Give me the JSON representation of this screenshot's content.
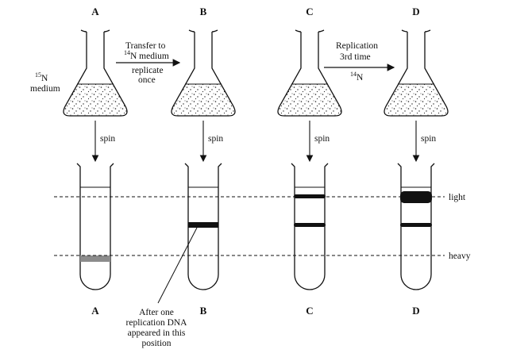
{
  "columns": [
    {
      "top_label": "A",
      "bottom_label": "A",
      "spin_label": "spin"
    },
    {
      "top_label": "B",
      "bottom_label": "B",
      "spin_label": "spin"
    },
    {
      "top_label": "C",
      "bottom_label": "C",
      "spin_label": "spin"
    },
    {
      "top_label": "D",
      "bottom_label": "D",
      "spin_label": "spin"
    }
  ],
  "medium_label": {
    "isotope_mass": "15",
    "isotope_symbol": "N",
    "word": "medium"
  },
  "transfer_arrow": {
    "line1": "Transfer to",
    "line2_mass": "14",
    "line2_rest": "N medium",
    "line3": "replicate",
    "line4": "once"
  },
  "replication_arrow": {
    "line1": "Replication",
    "line2": "3rd time",
    "line3_mass": "14",
    "line3_symbol": "N"
  },
  "reference_lines": {
    "light": "light",
    "heavy": "heavy"
  },
  "annotation": {
    "lines": [
      "After one",
      "replication DNA",
      "appeared in this",
      "position"
    ]
  },
  "colors": {
    "ink": "#111111",
    "heavy_band": "#8c8c8c",
    "band": "#111111"
  }
}
